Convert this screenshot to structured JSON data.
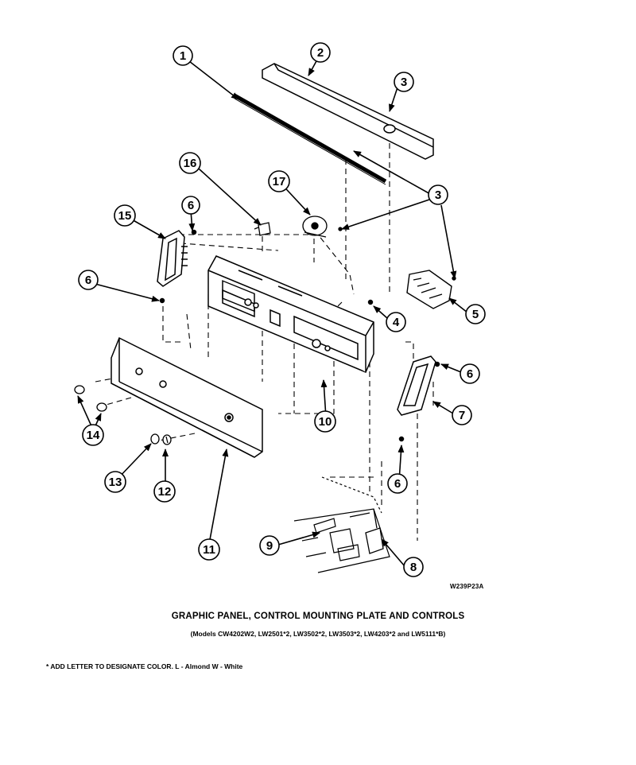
{
  "diagram": {
    "callouts": [
      "1",
      "2",
      "3",
      "3",
      "4",
      "5",
      "6",
      "6",
      "6",
      "6",
      "7",
      "8",
      "9",
      "10",
      "11",
      "12",
      "13",
      "14",
      "15",
      "16",
      "17"
    ],
    "drawing_code": "W239P23A"
  },
  "caption": {
    "title": "GRAPHIC PANEL, CONTROL MOUNTING PLATE AND CONTROLS",
    "models": "(Models CW4202W2, LW2501*2, LW3502*2, LW3503*2, LW4203*2 and LW5111*B)",
    "footnote": "* ADD LETTER TO DESIGNATE COLOR.  L - Almond  W - White"
  },
  "colors": {
    "ink": "#000000",
    "paper": "#ffffff"
  }
}
